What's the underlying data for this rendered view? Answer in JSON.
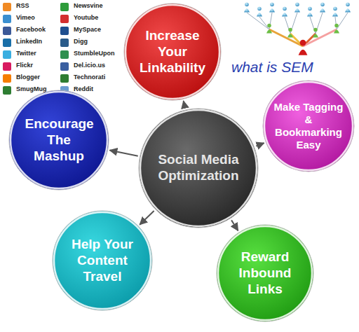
{
  "diagram": {
    "nodes": [
      {
        "text": [
          "Increase Your Linkability"
        ]
      },
      {
        "text": [
          "Encourage The Mashup"
        ]
      },
      {
        "text": [
          "Make Tagging & Bookmarking Easy"
        ]
      },
      {
        "text": [
          "Social Media Optimization"
        ]
      },
      {
        "text": [
          "Help Your Content Travel"
        ]
      },
      {
        "text": [
          "Reward Inbound Links"
        ]
      }
    ],
    "edges": [
      {
        "from": 3,
        "to": 0,
        "arrow": "to"
      },
      {
        "from": 3,
        "to": 1,
        "arrow": "to"
      },
      {
        "from": 3,
        "to": 2,
        "arrow": "to"
      },
      {
        "from": 3,
        "to": 4,
        "arrow": "to"
      },
      {
        "from": 3,
        "to": 5,
        "arrow": "to"
      }
    ],
    "labels": [
      "RSS",
      "Vimeo",
      "Facebook",
      "LinkedIn",
      "Twitter",
      "Flickr",
      "Blogger",
      "SmugMug",
      "Newsvine",
      "Youtube",
      "MySpace",
      "Digg",
      "StumbleUpon",
      "Del.icio.us",
      "Technorati",
      "Reddit",
      "what is SEM"
    ]
  }
}
